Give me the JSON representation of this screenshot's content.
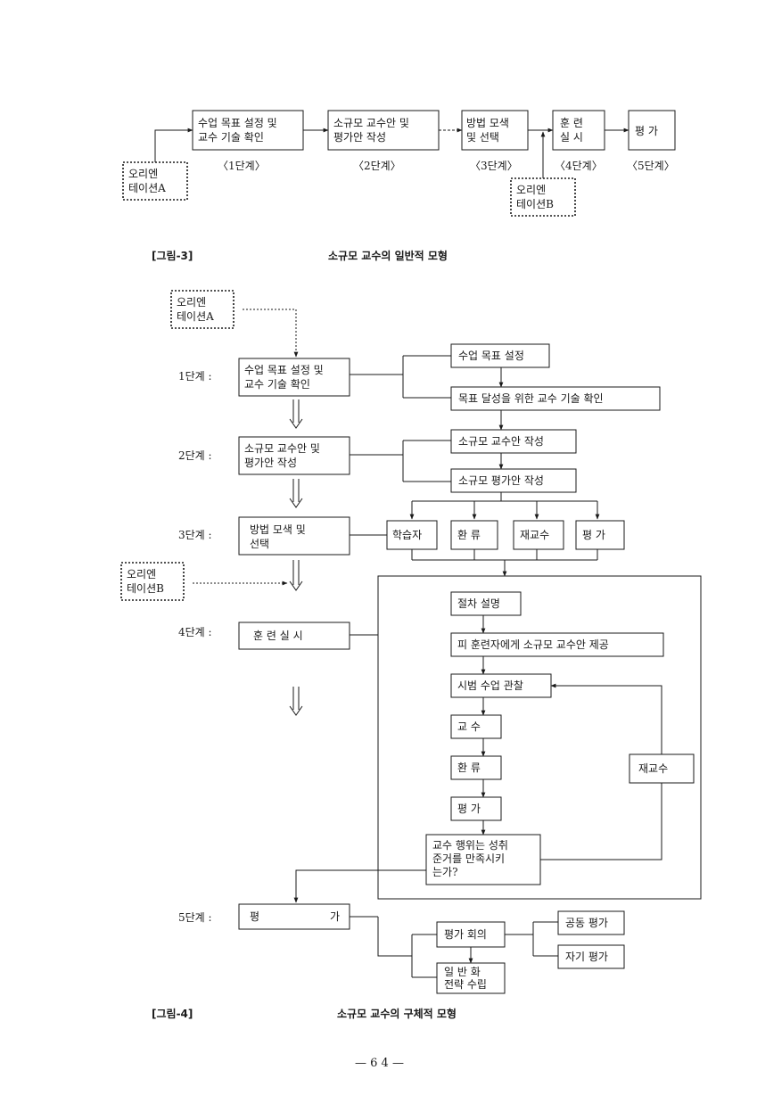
{
  "figure3": {
    "label": "[그림-3]",
    "title": "소규모 교수의 일반적 모형",
    "boxes": {
      "step1": [
        "수업 목표 설정 및",
        "교수 기술 확인"
      ],
      "step2": [
        "소규모 교수안 및",
        "평가안 작성"
      ],
      "step3": [
        "방법 모색",
        "및 선택"
      ],
      "step4": [
        "훈  련",
        "실  시"
      ],
      "step5": [
        "평  가"
      ],
      "orientA": [
        "오리엔",
        "테이션A"
      ],
      "orientB": [
        "오리엔",
        "테이션B"
      ]
    },
    "stage_labels": [
      "〈1단계〉",
      "〈2단계〉",
      "〈3단계〉",
      "〈4단계〉",
      "〈5단계〉"
    ]
  },
  "figure4": {
    "label": "[그림-4]",
    "title": "소규모 교수의 구체적 모형",
    "step_labels": [
      "1단계 :",
      "2단계 :",
      "3단계 :",
      "4단계 :",
      "5단계 :"
    ],
    "orientA": [
      "오리엔",
      "테이션A"
    ],
    "orientB": [
      "오리엔",
      "테이션B"
    ],
    "steps": {
      "step1": [
        "수업 목표 설정 및",
        "교수 기술 확인"
      ],
      "step2": [
        "소규모 교수안 및",
        "평가안 작성"
      ],
      "step3": [
        "방법 모색 및",
        "선택"
      ],
      "step4": [
        "훈   련   실   시"
      ],
      "step5": [
        "평",
        "가"
      ]
    },
    "step1_details": [
      "수업 목표 설정",
      "목표 달성을 위한 교수 기술 확인"
    ],
    "step2_details": [
      "소규모 교수안 작성",
      "소규모 평가안 작성"
    ],
    "step3_details": [
      "학습자",
      "환  류",
      "재교수",
      "평  가"
    ],
    "step4_flow": [
      "절차 설명",
      "피 훈련자에게 소규모 교수안 제공",
      "시범 수업 관찰",
      "교  수",
      "환  류",
      "평  가"
    ],
    "step4_decision": [
      "교수 행위는 성취",
      "준거를  만족시키",
      "는가?"
    ],
    "step4_reteach": "재교수",
    "step5_meeting": "평가 회의",
    "step5_strategy": [
      "일  반  화",
      "전략 수립"
    ],
    "step5_outcomes": [
      "공동 평가",
      "자기 평가"
    ]
  },
  "page_number": "— 6 4 —"
}
